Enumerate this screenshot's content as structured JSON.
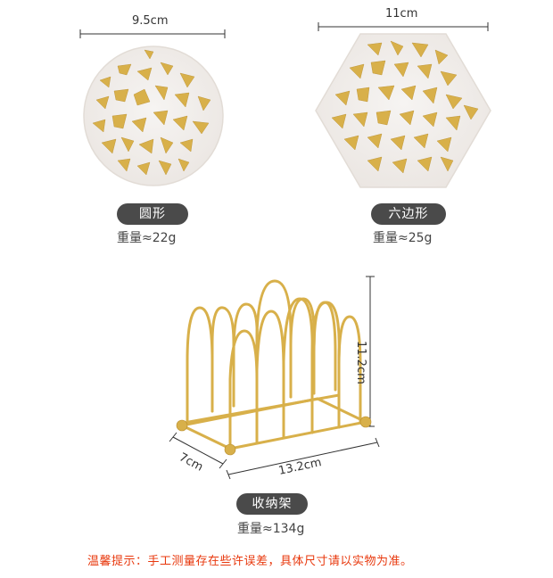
{
  "round_coaster": {
    "size_label": "9.5cm",
    "shape_label": "圆形",
    "weight_label": "重量≈22g"
  },
  "hexagon_coaster": {
    "size_label": "11cm",
    "shape_label": "六边形",
    "weight_label": "重量≈25g"
  },
  "holder": {
    "height_label": "11.2cm",
    "width_label": "7cm",
    "length_label": "13.2cm",
    "name_label": "收纳架",
    "weight_label": "重量≈134g"
  },
  "footer_note": "温馨提示：手工测量存在些许误差，具体尺寸请以实物为准。",
  "colors": {
    "gold": "#d8b04a",
    "pill_bg": "#4a4a4a",
    "note": "#e8380d"
  }
}
